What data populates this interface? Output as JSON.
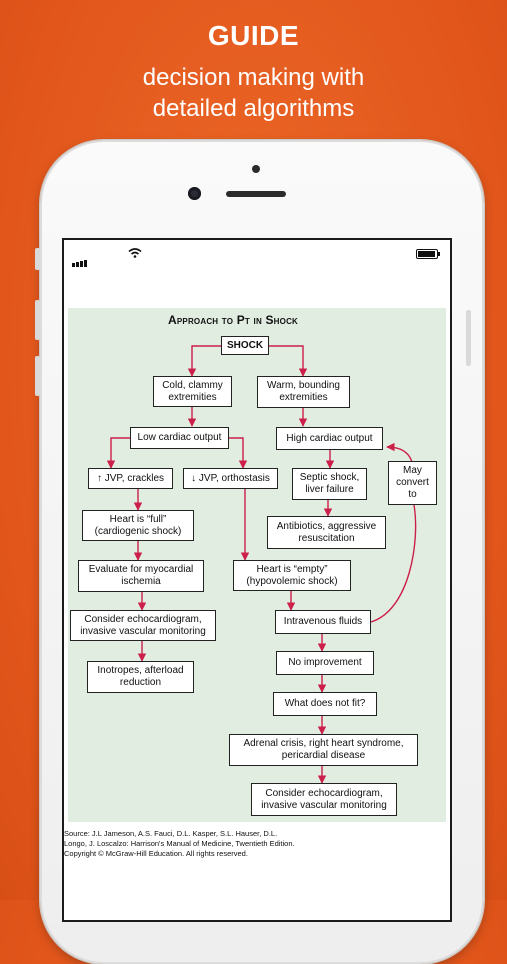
{
  "promo": {
    "headline": "GUIDE",
    "subline1": "decision making with",
    "subline2": "detailed algorithms"
  },
  "diagram": {
    "title": "Approach to Pt in Shock",
    "shock": "SHOCK",
    "cold": "Cold, clammy\nextremities",
    "warm": "Warm, bounding\nextremities",
    "low_co": "Low cardiac output",
    "high_co": "High cardiac output",
    "jvp_up": "↑ JVP, crackles",
    "jvp_down": "↓ JVP, orthostasis",
    "septic": "Septic shock,\nliver failure",
    "may_convert": "May\nconvert\nto",
    "heart_full": "Heart is “full”\n(cardiogenic shock)",
    "antibiotics": "Antibiotics, aggressive\nresuscitation",
    "evaluate": "Evaluate for myocardial\nischemia",
    "heart_empty": "Heart is “empty”\n(hypovolemic shock)",
    "consider_left": "Consider echocardiogram,\ninvasive vascular monitoring",
    "iv_fluids": "Intravenous fluids",
    "inotropes": "Inotropes, afterload\nreduction",
    "no_improve": "No improvement",
    "what_not_fit": "What does not fit?",
    "adrenal": "Adrenal crisis, right heart syndrome,\npericardial disease",
    "consider_right": "Consider echocardiogram,\ninvasive vascular monitoring",
    "source": "Source: J.L Jameson, A.S. Fauci, D.L. Kasper, S.L. Hauser, D.L.\nLongo, J. Loscalzo: Harrison's Manual of Medicine, Twentieth Edition.\nCopyright © McGraw-Hill Education. All rights reserved."
  },
  "colors": {
    "background": "#e2561b",
    "arrow": "#cc1f4a",
    "diagram_bg": "#e1ede1"
  }
}
